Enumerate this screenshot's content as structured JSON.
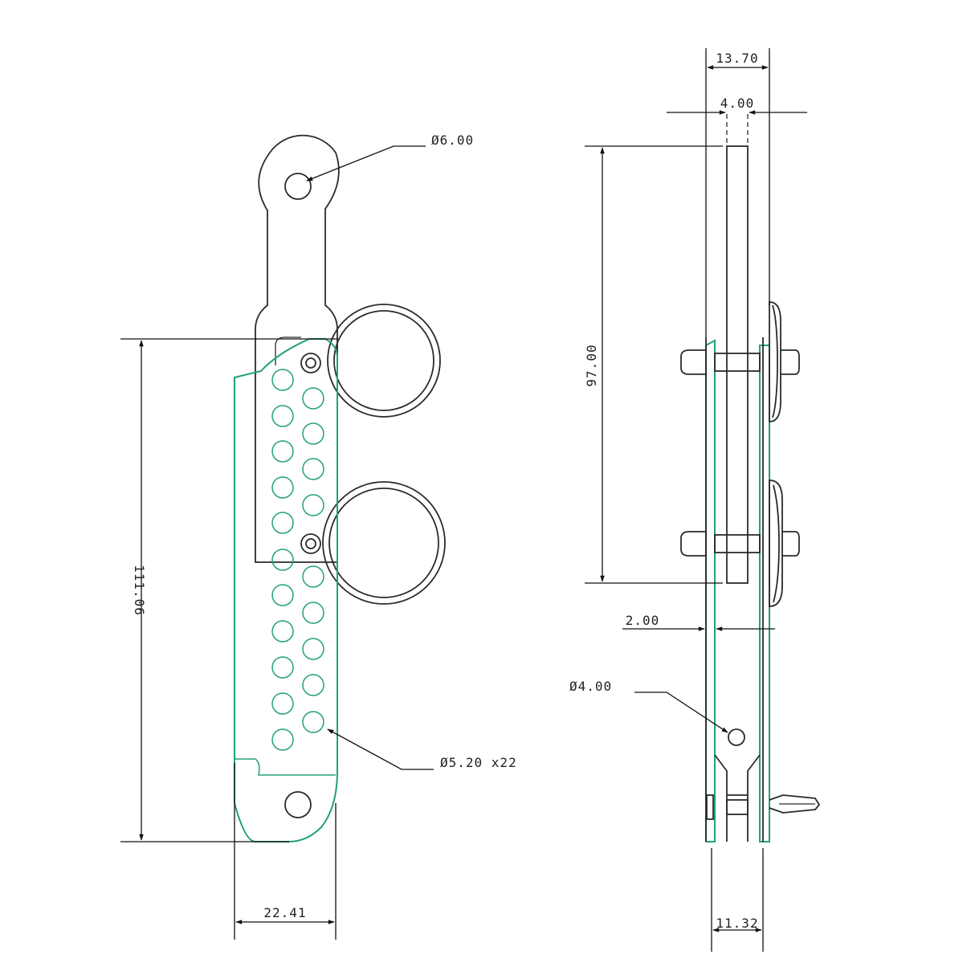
{
  "colors": {
    "outline": "#2b2b2b",
    "part_accent": "#22a07c",
    "dimension": "#111111",
    "background": "#ffffff"
  },
  "front_view": {
    "top_hole_diameter": "Ø6.00",
    "perforation_holes": "Ø5.20 x22",
    "overall_height": "111.06",
    "overall_width": "22.41"
  },
  "side_view": {
    "top_width": "13.70",
    "plate_thickness": "4.00",
    "plate_height": "97.00",
    "offset": "2.00",
    "pin_hole_diameter": "Ø4.00",
    "bottom_width": "11.32"
  }
}
